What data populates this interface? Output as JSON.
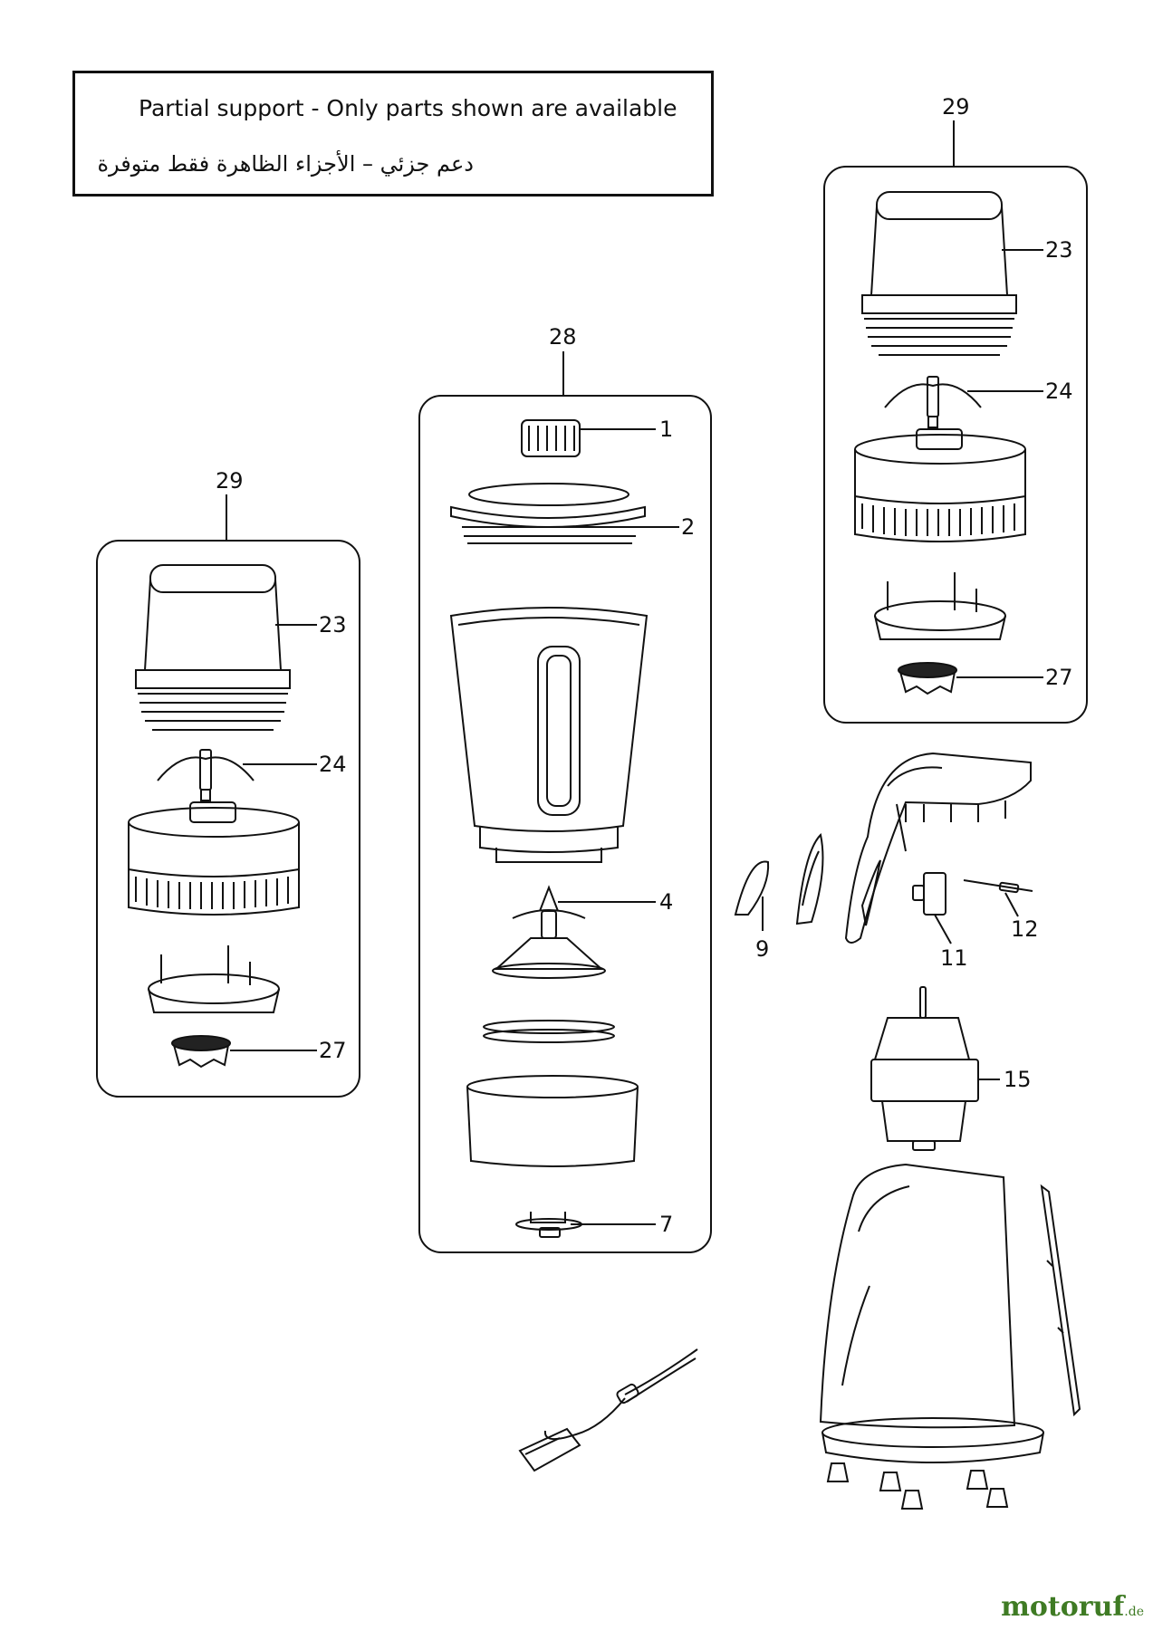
{
  "notice": {
    "english": "Partial support - Only parts shown are available",
    "arabic": "دعم جزئي – الأجزاء الظاهرة فقط متوفرة"
  },
  "groups": {
    "left": "29",
    "center": "28",
    "right": "29"
  },
  "callouts": {
    "p1": "1",
    "p2": "2",
    "p4": "4",
    "p7": "7",
    "p9": "9",
    "p11": "11",
    "p12": "12",
    "p15": "15",
    "l23": "23",
    "l24": "24",
    "l27": "27",
    "r23": "23",
    "r24": "24",
    "r27": "27"
  },
  "watermark": {
    "name": "motoruf",
    "tld": ".de"
  }
}
